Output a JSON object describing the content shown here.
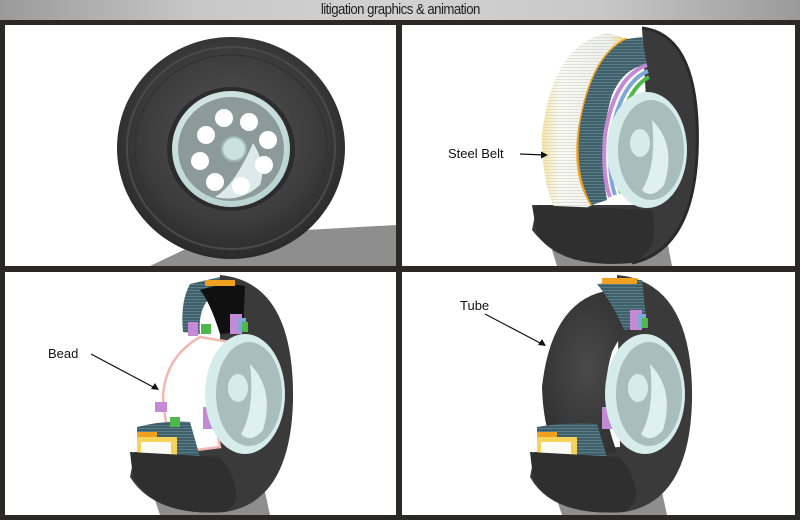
{
  "header": {
    "title": "litigation graphics & animation"
  },
  "panels": [
    {
      "name": "complete-wheel",
      "label": ""
    },
    {
      "name": "steel-belt-cutaway",
      "label": "Steel Belt"
    },
    {
      "name": "bead-cutaway",
      "label": "Bead"
    },
    {
      "name": "tube-cutaway",
      "label": "Tube"
    }
  ],
  "colors": {
    "frame": "#2b2926",
    "tire": "#3a3a3a",
    "rim": "#d6ecea",
    "hub_shadow": "#8c9a98",
    "shadow": "#8e8e8e",
    "steel_belt": "#f2f2ea",
    "belt_yellow": "#f5d35a",
    "belt_orange": "#f0a020",
    "ply_blue": "#3f5f6a",
    "purple": "#c48ad6",
    "blue": "#7fa6d8",
    "green": "#4fb84a",
    "bead_pink": "#f0b8b0"
  }
}
